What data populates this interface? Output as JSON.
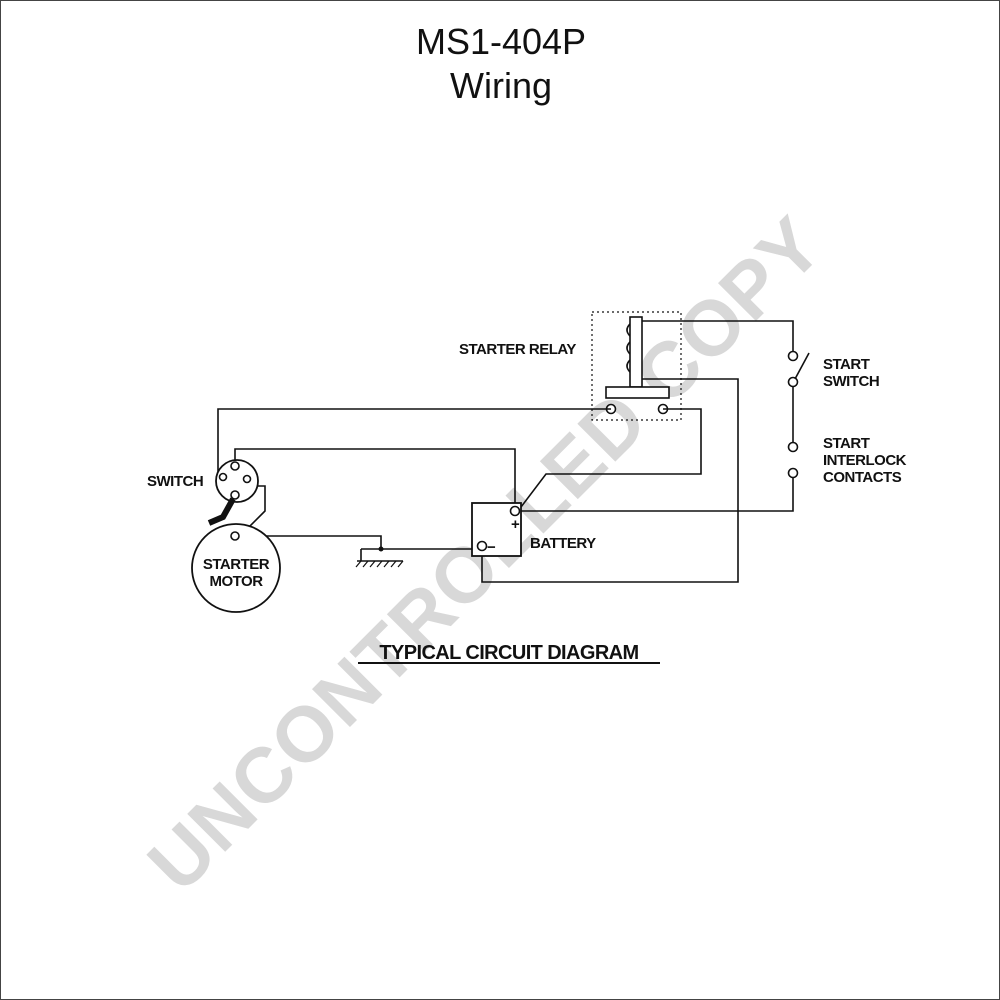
{
  "header": {
    "title": "MS1-404P",
    "subtitle": "Wiring"
  },
  "labels": {
    "starter_relay": "STARTER RELAY",
    "start_switch_line1": "START",
    "start_switch_line2": "SWITCH",
    "interlock_line1": "START",
    "interlock_line2": "INTERLOCK",
    "interlock_line3": "CONTACTS",
    "switch": "SWITCH",
    "starter_motor_line1": "STARTER",
    "starter_motor_line2": "MOTOR",
    "battery": "BATTERY",
    "battery_plus": "+",
    "battery_minus": "−",
    "diagram_heading": "TYPICAL CIRCUIT DIAGRAM"
  },
  "watermark": "UNCONTROLLED COPY"
}
